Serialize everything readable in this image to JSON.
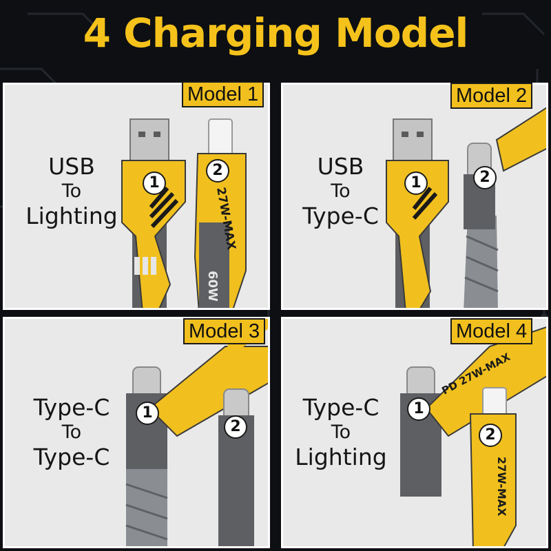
{
  "title": "4 Charging Model",
  "colors": {
    "accent": "#f5c21b",
    "background": "#0d0f12",
    "panel": "#e9e9e9"
  },
  "panels": [
    {
      "model": "Model 1",
      "line1": "USB",
      "line2": "To",
      "line3": "Lighting",
      "badge1": "1",
      "badge2": "2"
    },
    {
      "model": "Model 2",
      "line1": "USB",
      "line2": "To",
      "line3": "Type-C",
      "badge1": "1",
      "badge2": "2"
    },
    {
      "model": "Model 3",
      "line1": "Type-C",
      "line2": "To",
      "line3": "Type-C",
      "badge1": "1",
      "badge2": "2"
    },
    {
      "model": "Model 4",
      "line1": "Type-C",
      "line2": "To",
      "line3": "Lighting",
      "badge1": "1",
      "badge2": "2"
    }
  ],
  "cable_prints": {
    "p27w": "27W-MAX",
    "p60w": "60W",
    "pd27w": "PD 27W-MAX"
  },
  "icons": [
    "usb-a-connector",
    "lightning-connector",
    "usb-c-connector",
    "braided-cable"
  ]
}
